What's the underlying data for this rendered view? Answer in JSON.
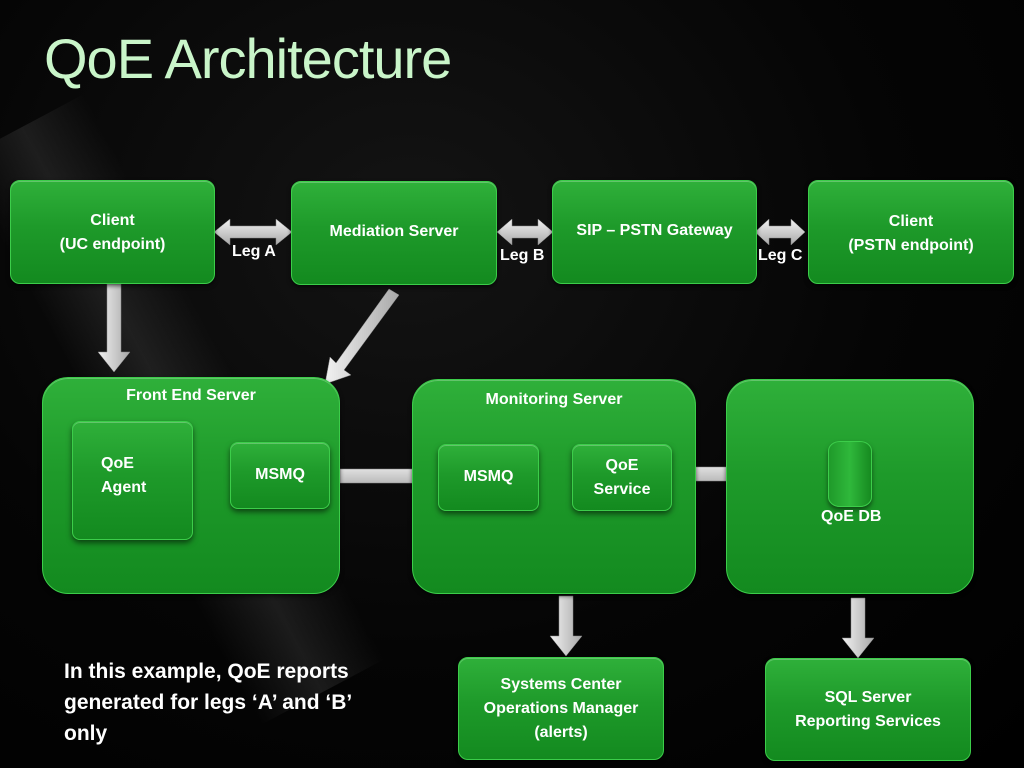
{
  "slide": {
    "title": "QoE Architecture",
    "note": "In this example, QoE reports generated for legs ‘A’ and ‘B’ only"
  },
  "top_row": {
    "client_uc": {
      "line1": "Client",
      "line2": "(UC endpoint)"
    },
    "mediation_server": {
      "label": "Mediation Server"
    },
    "sip_gateway": {
      "label": "SIP – PSTN Gateway"
    },
    "client_pstn": {
      "line1": "Client",
      "line2": "(PSTN endpoint)"
    }
  },
  "legs": {
    "a": "Leg A",
    "b": "Leg B",
    "c": "Leg C"
  },
  "front_end_server": {
    "label": "Front End Server",
    "qoe_agent": {
      "line1": "QoE",
      "line2": "Agent"
    },
    "msmq": "MSMQ"
  },
  "monitoring_server": {
    "label": "Monitoring Server",
    "msmq": "MSMQ",
    "qoe_service": {
      "line1": "QoE",
      "line2": "Service"
    }
  },
  "database": {
    "label": "QoE DB"
  },
  "outputs": {
    "scom": {
      "line1": "Systems Center",
      "line2": "Operations Manager",
      "line3": "(alerts)"
    },
    "ssrs": {
      "line1": "SQL Server",
      "line2": "Reporting Services"
    }
  },
  "colors": {
    "box_green": "#1e9a2a",
    "title_color": "#c9f5c9",
    "arrow_color": "#d9d9d9",
    "background": "#000000"
  }
}
